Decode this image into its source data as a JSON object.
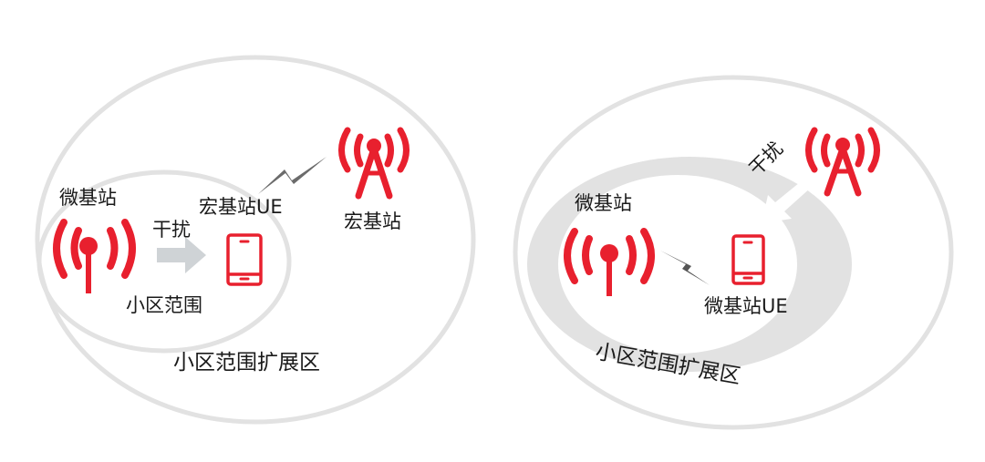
{
  "colors": {
    "accent_red": "#e8202e",
    "ellipse_stroke": "#e2e2e2",
    "ring_fill": "#e2e2e2",
    "arrow_gray": "#cfd3d6",
    "bolt_gray": "#6b6b6b",
    "text": "#1a1a1a"
  },
  "left_diagram": {
    "micro_bs_label": "微基站",
    "interference_label": "干扰",
    "macro_ue_label": "宏基站UE",
    "macro_bs_label": "宏基站",
    "cell_range_label": "小区范围",
    "cre_label": "小区范围扩展区",
    "icons": [
      "micro-base-station-icon",
      "interference-arrow-icon",
      "phone-icon",
      "lightning-bolt-icon",
      "macro-tower-icon"
    ]
  },
  "right_diagram": {
    "micro_bs_label": "微基站",
    "interference_label": "干扰",
    "micro_ue_label": "微基站UE",
    "cre_label": "小区范围扩展区",
    "icons": [
      "micro-base-station-icon",
      "lightning-bolt-icon",
      "phone-icon",
      "interference-arrow-icon",
      "macro-tower-icon"
    ]
  }
}
